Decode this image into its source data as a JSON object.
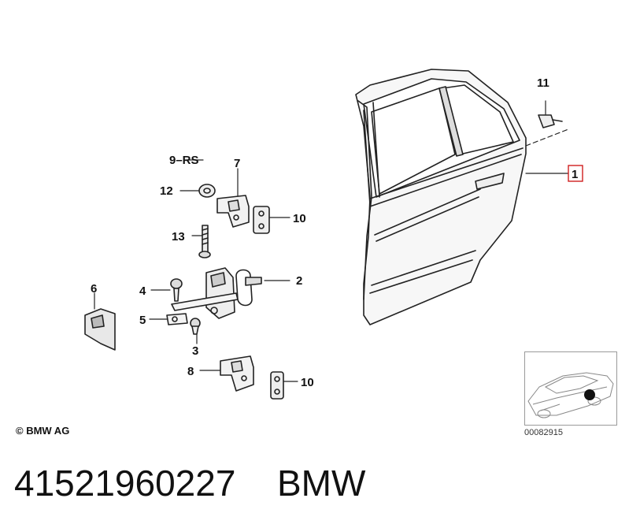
{
  "callouts": {
    "c1": "1",
    "c2": "2",
    "c3": "3",
    "c4": "4",
    "c5": "5",
    "c6": "6",
    "c7": "7",
    "c8": "8",
    "c9": "9–RS",
    "c10a": "10",
    "c10b": "10",
    "c11": "11",
    "c12": "12",
    "c13": "13"
  },
  "copyright": "© BMW AG",
  "reference_code": "00082915",
  "footer": {
    "part_number": "41521960227",
    "brand": "BMW"
  },
  "highlight_color": "#d02020"
}
